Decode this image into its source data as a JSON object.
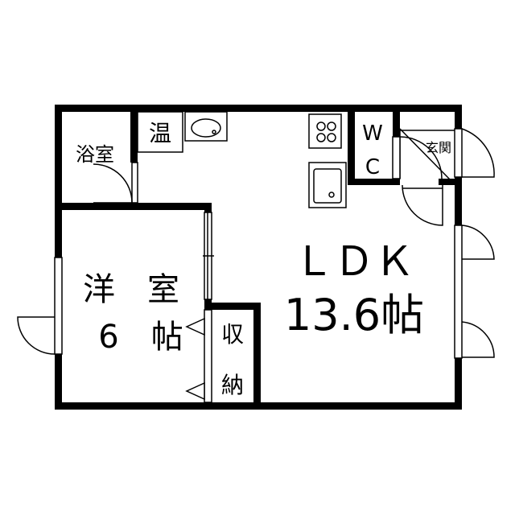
{
  "rooms": {
    "bath": {
      "label": "浴室"
    },
    "water_heater": {
      "label": "温"
    },
    "toilet": {
      "label_top": "W",
      "label_bottom": "C"
    },
    "entrance": {
      "label": "玄関"
    },
    "western_room": {
      "label_top": "洋　室",
      "label_bottom": "6　帖"
    },
    "storage": {
      "label_top": "収",
      "label_bottom": "納"
    },
    "ldk": {
      "label_top": "ＬＤＫ",
      "label_bottom": "13.6帖"
    }
  },
  "colors": {
    "wall": "#000000",
    "background": "#ffffff"
  }
}
